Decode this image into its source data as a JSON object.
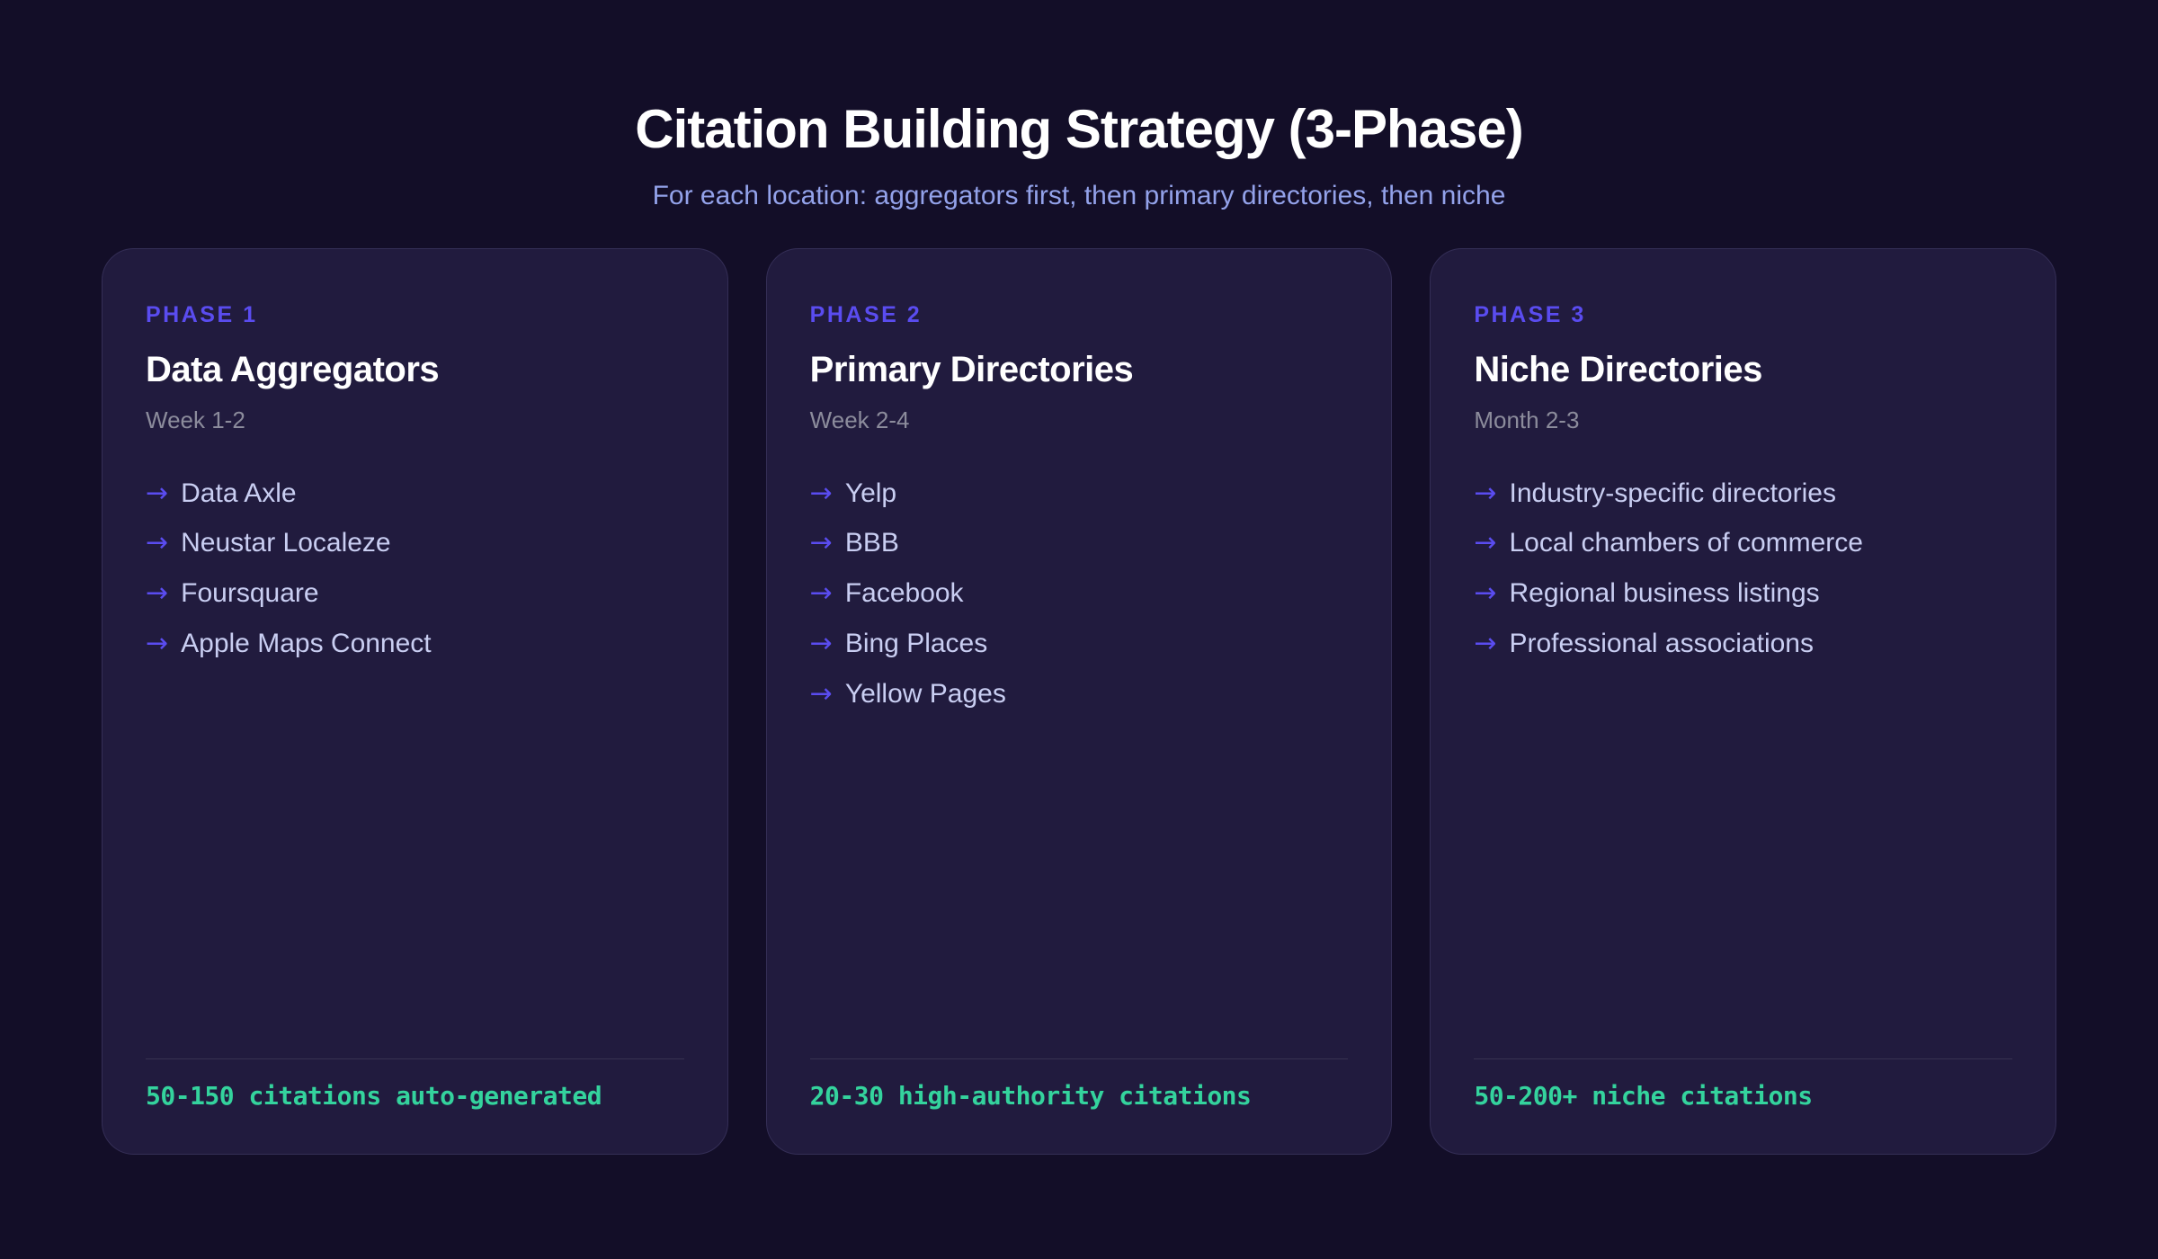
{
  "header": {
    "title": "Citation Building Strategy (3-Phase)",
    "subtitle": "For each location: aggregators first, then primary directories, then niche"
  },
  "ui": {
    "arrow_icon": "→"
  },
  "colors": {
    "page_background": "#130e28",
    "card_background": "#211b3e",
    "card_border": "#342e56",
    "accent_indigo": "#5a4cf0",
    "subtitle_lavender": "#93a2ea",
    "timeframe_gray": "#8c8c9c",
    "list_text": "#c9cef2",
    "result_green": "#34d39d"
  },
  "phases": [
    {
      "label": "PHASE 1",
      "title": "Data Aggregators",
      "timeframe": "Week 1-2",
      "items": [
        "Data Axle",
        "Neustar Localeze",
        "Foursquare",
        "Apple Maps Connect"
      ],
      "result": "50-150 citations auto-generated"
    },
    {
      "label": "PHASE 2",
      "title": "Primary Directories",
      "timeframe": "Week 2-4",
      "items": [
        "Yelp",
        "BBB",
        "Facebook",
        "Bing Places",
        "Yellow Pages"
      ],
      "result": "20-30 high-authority citations"
    },
    {
      "label": "PHASE 3",
      "title": "Niche Directories",
      "timeframe": "Month 2-3",
      "items": [
        "Industry-specific directories",
        "Local chambers of commerce",
        "Regional business listings",
        "Professional associations"
      ],
      "result": "50-200+ niche citations"
    }
  ]
}
